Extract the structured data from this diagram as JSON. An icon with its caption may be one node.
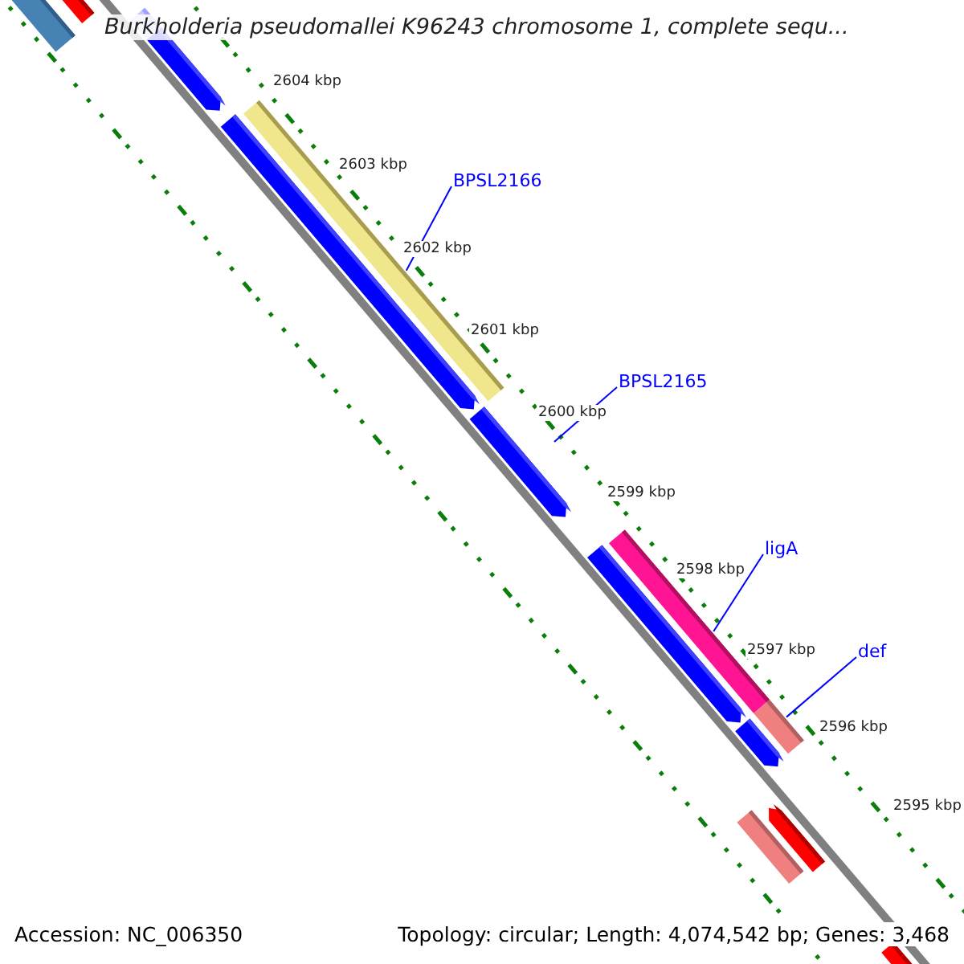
{
  "diagram": {
    "title": "Burkholderia pseudomallei K96243 chromosome 1, complete sequ...",
    "nodes": [
      {
        "text": [
          "BPSL2166"
        ]
      },
      {
        "text": [],
        "shape": "bar"
      },
      {
        "text": [
          "BPSL2165"
        ]
      },
      {
        "text": [
          "ligA"
        ]
      },
      {
        "text": [],
        "shape": "bar"
      },
      {
        "text": [
          "def"
        ]
      },
      {
        "text": [],
        "shape": "bar"
      }
    ],
    "edges": [
      {
        "from": 0,
        "to": 1,
        "arrow": "none"
      },
      {
        "from": 2,
        "to": null,
        "arrow": "none"
      },
      {
        "from": 3,
        "to": 4,
        "arrow": "none"
      },
      {
        "from": 5,
        "to": 6,
        "arrow": "none"
      }
    ],
    "labels": [
      "2604 kbp",
      "2603 kbp",
      "2602 kbp",
      "2601 kbp",
      "2600 kbp",
      "2599 kbp",
      "2598 kbp",
      "2597 kbp",
      "2596 kbp",
      "2595 kbp",
      "Accession: NC_006350",
      "Topology: circular; Length: 4,074,542 bp; Genes: 3,468"
    ]
  }
}
